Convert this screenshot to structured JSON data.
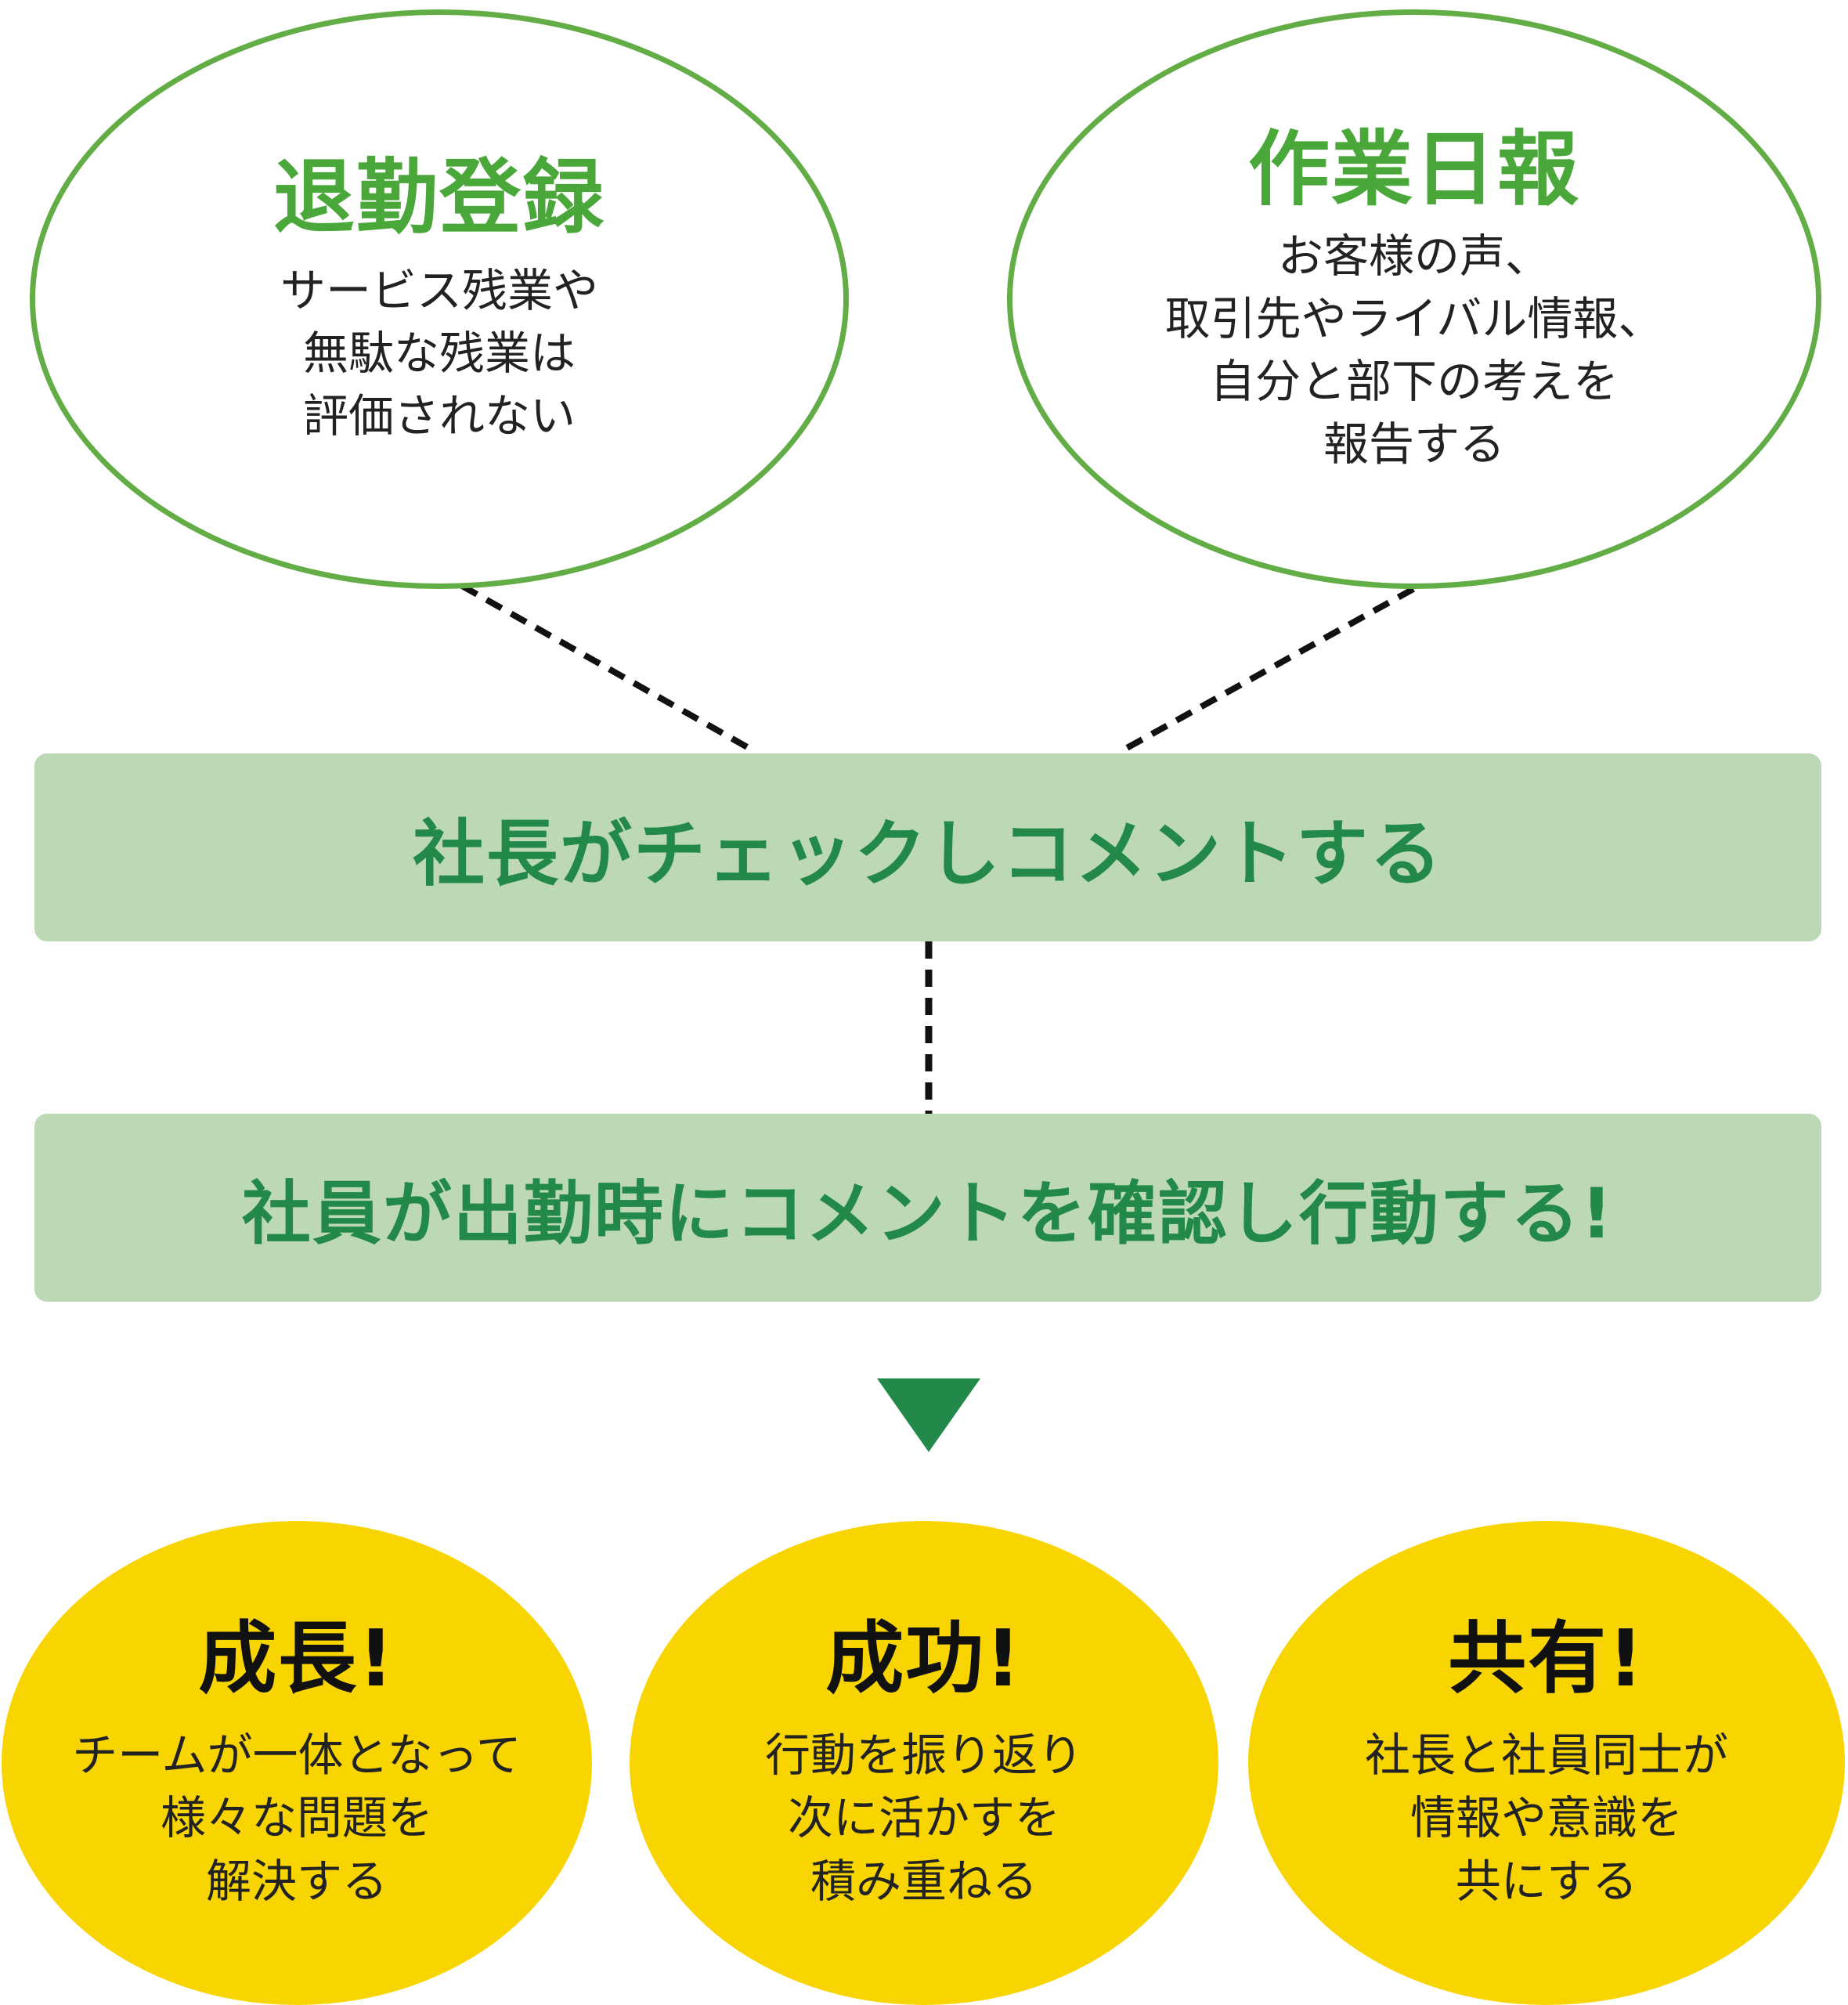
{
  "top": [
    {
      "title": "退勤登録",
      "lines": [
        "サービス残業や",
        "無駄な残業は",
        "評価されない"
      ]
    },
    {
      "title": "作業日報",
      "lines": [
        "お客様の声、",
        "取引先やライバル情報、",
        "自分と部下の考えを",
        "報告する"
      ]
    }
  ],
  "middle": {
    "check": "社長がチェックしコメントする",
    "action": "社員が出勤時にコメントを確認し行動する!"
  },
  "bottom": [
    {
      "title": "成長!",
      "lines": [
        "チームが一体となって",
        "様々な問題を",
        "解決する"
      ]
    },
    {
      "title": "成功!",
      "lines": [
        "行動を振り返り",
        "次に活かすを",
        "積み重ねる"
      ]
    },
    {
      "title": "共有!",
      "lines": [
        "社長と社員同士が",
        "情報や意識を",
        "共にする"
      ]
    }
  ],
  "colors": {
    "ellipse_border": "#62ad45",
    "top_title": "#4aa73a",
    "band_fill": "#bdd8b5",
    "band_text": "#22894a",
    "arrow": "#22894a",
    "yellow": "#f8d500"
  }
}
